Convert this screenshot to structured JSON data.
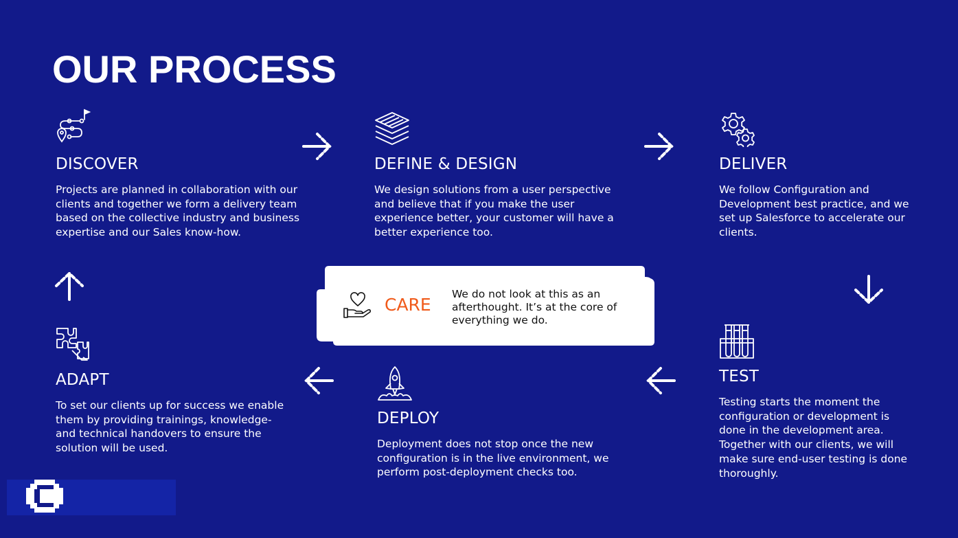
{
  "title": "OUR PROCESS",
  "steps": {
    "discover": {
      "icon": "roadmap-icon",
      "title": "DISCOVER",
      "text": "Projects are planned in collaboration with our clients and together we form a delivery team based on the collective industry and business expertise and our Sales know-how."
    },
    "define": {
      "icon": "layers-icon",
      "title": "DEFINE & DESIGN",
      "text": "We design solutions from a user perspective and believe that if you make the user experience better, your customer will have a better experience too."
    },
    "deliver": {
      "icon": "gears-icon",
      "title": "DELIVER",
      "text": "We follow Configuration and Development best practice, and we set up Salesforce to accelerate our clients."
    },
    "test": {
      "icon": "test-tubes-icon",
      "title": "TEST",
      "text": "Testing starts the moment the configuration or development is done in the development area. Together with our clients, we will make sure end-user testing is done thoroughly."
    },
    "deploy": {
      "icon": "rocket-icon",
      "title": "DEPLOY",
      "text": "Deployment does not stop once the new configuration is in the live environment, we perform post-deployment checks too."
    },
    "adapt": {
      "icon": "puzzle-icon",
      "title": "ADAPT",
      "text": "To set our clients up for success we enable them by providing trainings, knowledge- and technical handovers to ensure the solution will be used."
    }
  },
  "care": {
    "icon": "heart-hand-icon",
    "label": "CARE",
    "text": "We do not look at this as an afterthought. It’s at the core of everything we do."
  },
  "colors": {
    "background": "#121a8a",
    "accent": "#f05a1a",
    "card": "#ffffff"
  }
}
